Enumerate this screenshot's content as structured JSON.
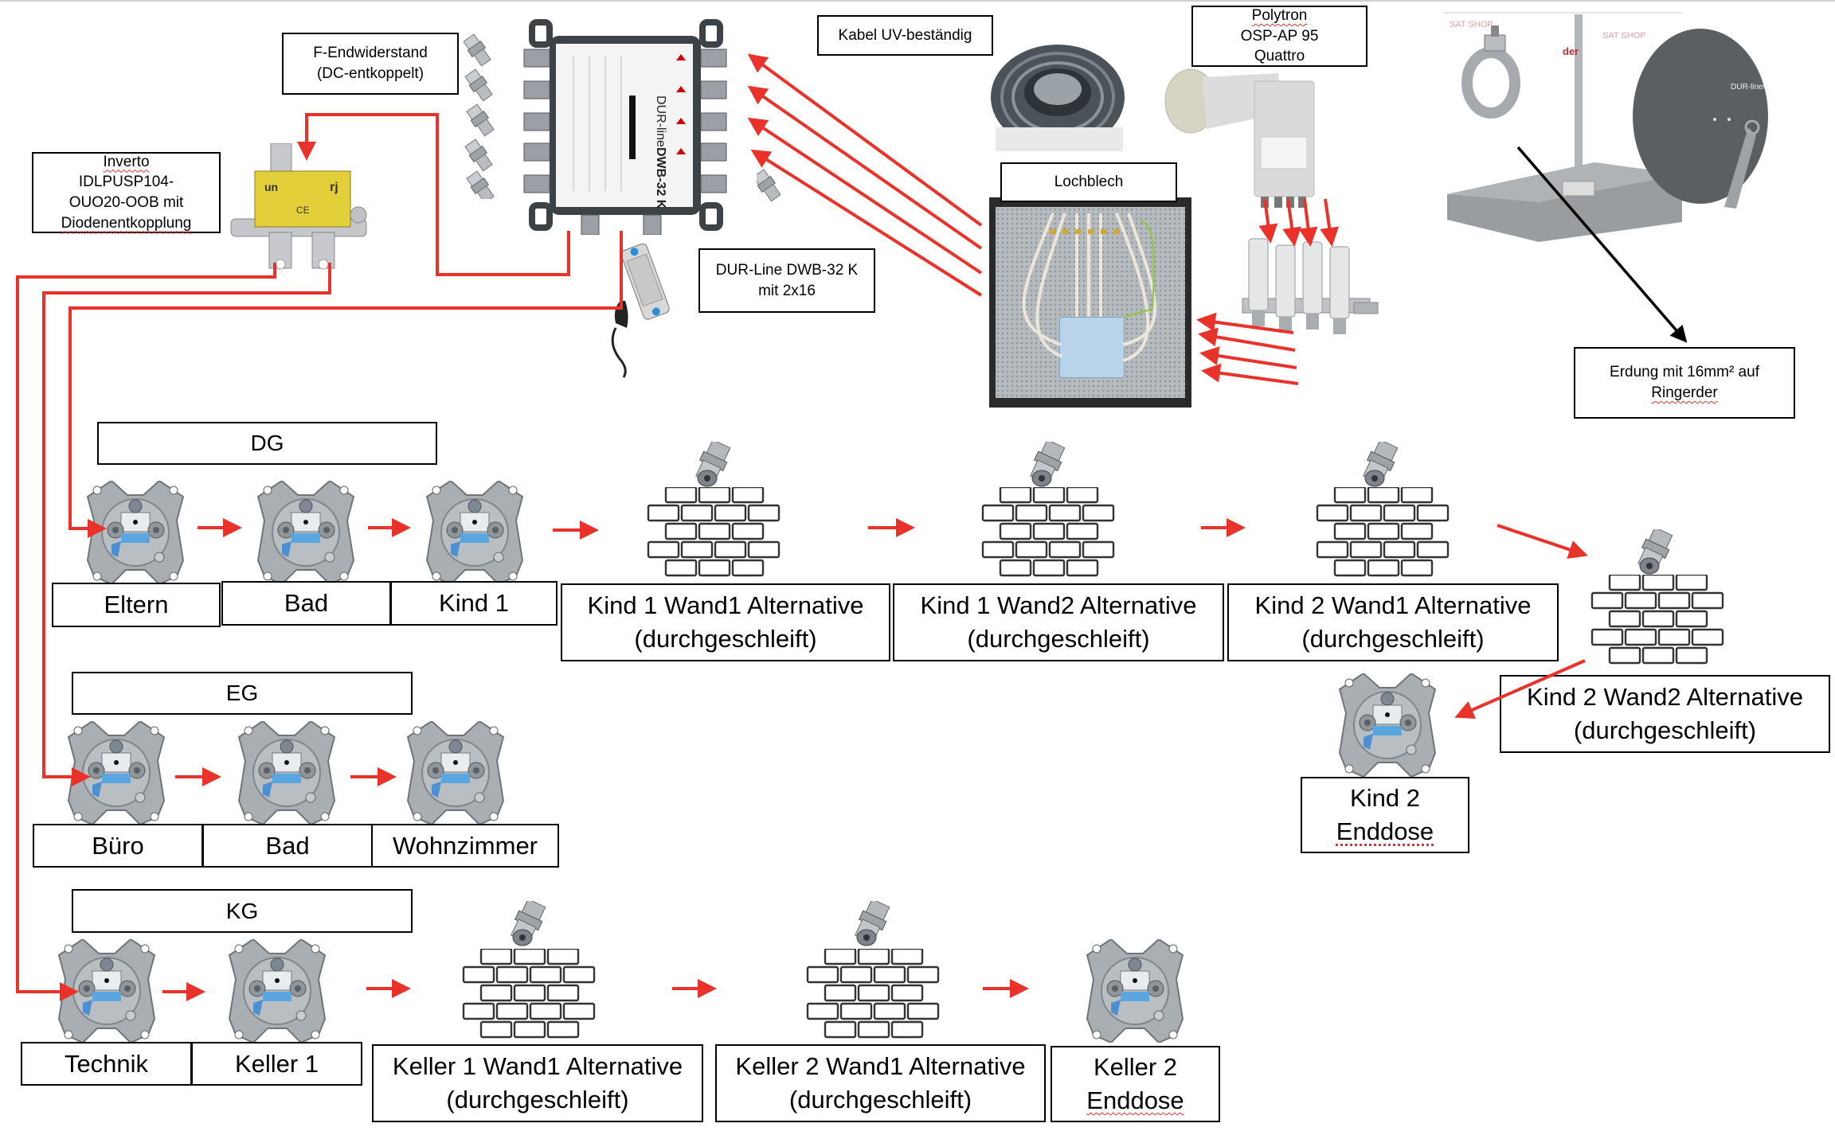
{
  "diagram": {
    "title": "SAT-Verteilung Unicable",
    "line_color": "#e8322a",
    "ground_line_color": "#000000"
  },
  "components": {
    "terminator": {
      "label_line1": "F-Endwiderstand",
      "label_line2": "(DC-entkoppelt)"
    },
    "splitter": {
      "label_line1": "Inverto",
      "label_line1b": " IDLPUSP104-",
      "label_line2": "OUO20-OOB mit",
      "label_line3": "Diodenentkopplung"
    },
    "cable": {
      "label": "Kabel UV-beständig"
    },
    "lnb": {
      "label_line1a": "Polytron",
      "label_line1b": " OSP-AP 95",
      "label_line2": "Quattro"
    },
    "panel": {
      "label": "Lochblech"
    },
    "multiswitch": {
      "label_line1": "DUR-Line DWB-32 K",
      "label_line2": "mit 2x16",
      "brand": "DUR-line",
      "model": "DWB-32 K"
    },
    "grounding": {
      "label_line1": "Erdung mit 16mm² auf",
      "label_line2": "Ringerder"
    },
    "dish": {
      "brand": "DUR-line®"
    },
    "mast": {
      "watermark": "SAT SHOP",
      "partial_text": "der"
    }
  },
  "floors": [
    {
      "name": "DG",
      "outlets": [
        {
          "type": "socket",
          "label": "Eltern"
        },
        {
          "type": "socket",
          "label": "Bad"
        },
        {
          "type": "socket",
          "label": "Kind 1"
        },
        {
          "type": "wall",
          "label_line1": "Kind 1 Wand1 Alternative",
          "label_line2": "(durchgeschleift)"
        },
        {
          "type": "wall",
          "label_line1": "Kind 1 Wand2 Alternative",
          "label_line2": "(durchgeschleift)"
        },
        {
          "type": "wall",
          "label_line1": "Kind 2 Wand1 Alternative",
          "label_line2": "(durchgeschleift)"
        },
        {
          "type": "wall",
          "label_line1": "Kind 2 Wand2 Alternative",
          "label_line2": "(durchgeschleift)"
        },
        {
          "type": "socket",
          "label_line1": "Kind 2",
          "label_line2": "Enddose"
        }
      ]
    },
    {
      "name": "EG",
      "outlets": [
        {
          "type": "socket",
          "label": "Büro"
        },
        {
          "type": "socket",
          "label": "Bad"
        },
        {
          "type": "socket",
          "label": "Wohnzimmer"
        }
      ]
    },
    {
      "name": "KG",
      "outlets": [
        {
          "type": "socket",
          "label": "Technik"
        },
        {
          "type": "socket",
          "label": "Keller 1"
        },
        {
          "type": "wall",
          "label_line1": "Keller 1 Wand1 Alternative",
          "label_line2": "(durchgeschleift)"
        },
        {
          "type": "wall",
          "label_line1": "Keller 2 Wand1 Alternative",
          "label_line2": "(durchgeschleift)"
        },
        {
          "type": "socket",
          "label_line1": "Keller 2",
          "label_line2": "Enddose"
        }
      ]
    }
  ]
}
